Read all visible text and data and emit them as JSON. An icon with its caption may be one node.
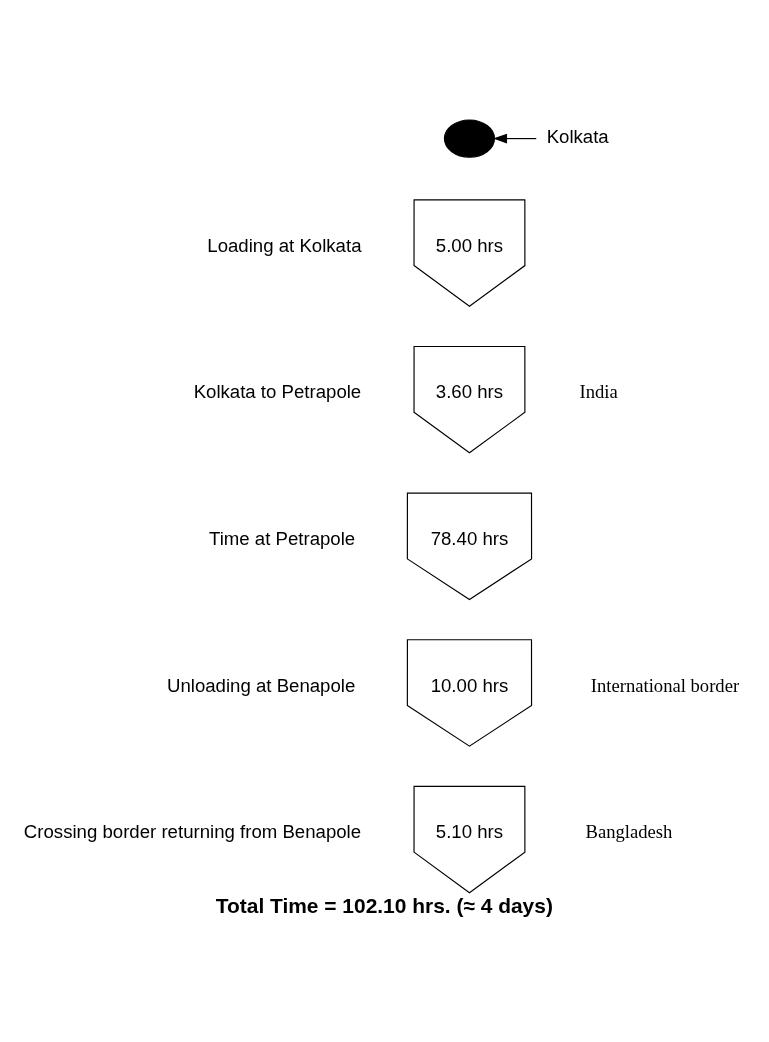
{
  "diagram": {
    "caption": "Total Time = 102.10 hrs. (≈ 4 days)",
    "nodes": [
      {
        "text": [],
        "shape": "circle"
      },
      {
        "text": [
          "Kolkata"
        ]
      },
      {
        "text": [
          "5.00 hrs"
        ],
        "beside": [
          "Loading at Kolkata"
        ]
      },
      {
        "text": [
          "3.60 hrs"
        ],
        "beside": [
          "Kolkata to Petrapole"
        ]
      },
      {
        "text": [
          "78.40 hrs"
        ],
        "beside": [
          "Time at Petrapole"
        ]
      },
      {
        "text": [
          "10.00 hrs"
        ],
        "beside": [
          "Unloading at Benapole"
        ]
      },
      {
        "text": [
          "5.10 hrs"
        ],
        "beside": [
          "Crossing border returning from Benapole"
        ]
      }
    ],
    "edges": [
      {
        "from": 1,
        "to": 0,
        "arrow": "to"
      }
    ],
    "labels": [
      "India",
      "International border",
      "Bangladesh"
    ]
  }
}
